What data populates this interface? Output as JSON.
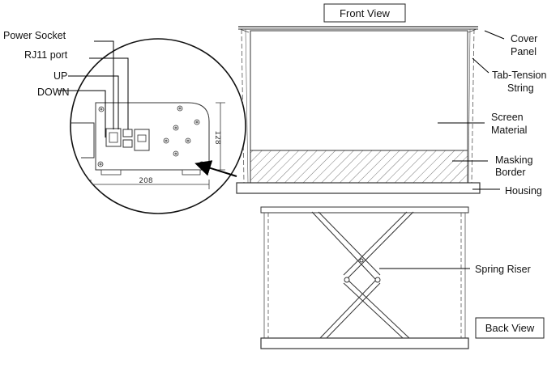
{
  "titles": {
    "front_view": "Front View",
    "back_view": "Back View"
  },
  "detail_labels": {
    "power_socket": "Power Socket",
    "rj11_port": "RJ11 port",
    "up": "UP",
    "down": "DOWN"
  },
  "dimensions": {
    "width": "208",
    "height": "128"
  },
  "callouts": {
    "cover_panel": [
      "Cover",
      "Panel"
    ],
    "tab_tension": [
      "Tab-Tension",
      "String"
    ],
    "screen_material": [
      "Screen",
      "Material"
    ],
    "masking_border": [
      "Masking",
      "Border"
    ],
    "housing": "Housing",
    "spring_riser": "Spring Riser"
  }
}
